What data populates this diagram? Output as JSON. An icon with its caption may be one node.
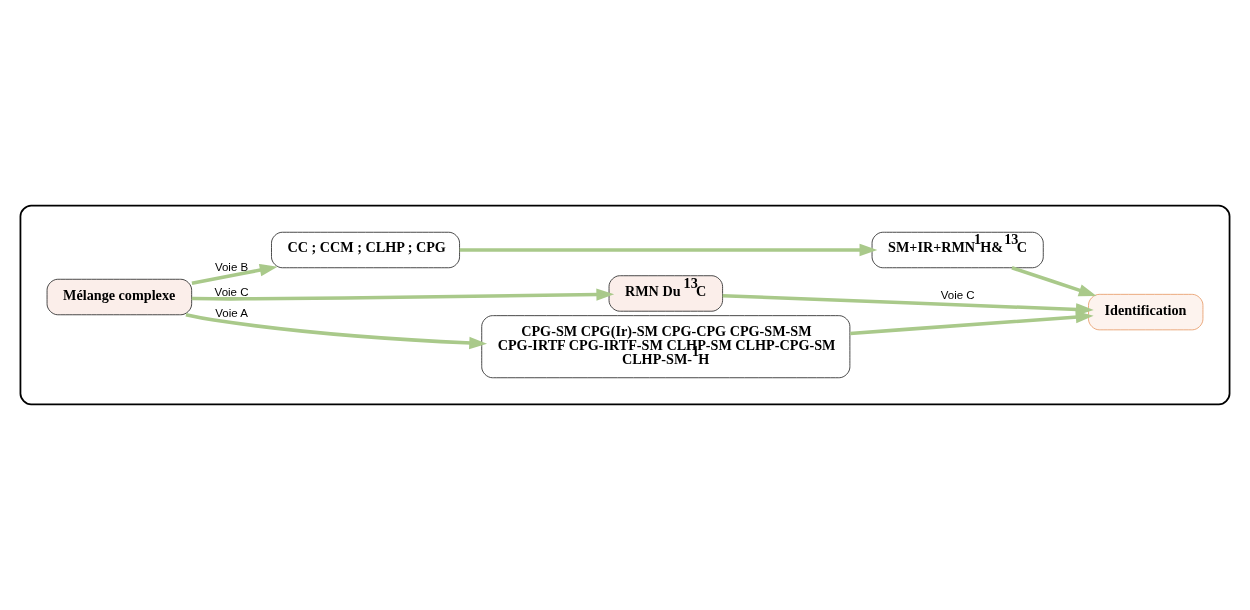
{
  "diagram": {
    "nodes": [
      {
        "text": [],
        "shape": "box"
      },
      {
        "text": [
          "Mélange complexe"
        ],
        "in": 0
      },
      {
        "text": [
          "CPG-SM CPG(Ir)-SM CPG-CPG CPG-SM-SM CPG-IRTF CPG-IRTF-SM CLHP-SM CLHP-CPG-SM CLHP-SM-$^{1}$H"
        ],
        "in": 0
      },
      {
        "text": [
          "RMN Du $^{13}$C"
        ],
        "in": 0
      },
      {
        "text": [
          "Identification"
        ],
        "in": 0
      },
      {
        "text": [
          "CC ; CCM ; CLHP ; CPG"
        ],
        "in": 0
      },
      {
        "text": [
          "SM+IR+RMN$^{1}$H&$^{13}$C"
        ],
        "in": 0
      }
    ],
    "edges": [
      {
        "from": 1,
        "to": 2,
        "arrow": "to",
        "label": "Voie A"
      },
      {
        "from": 1,
        "to": 3,
        "arrow": "to",
        "label": "Voie C"
      },
      {
        "from": 3,
        "to": 4,
        "arrow": "to",
        "label": "Voie C"
      },
      {
        "from": 2,
        "to": 4,
        "arrow": "to"
      },
      {
        "from": 1,
        "to": 5,
        "arrow": "to",
        "label": "Voie B"
      },
      {
        "from": 5,
        "to": 6,
        "arrow": "to"
      },
      {
        "from": 6,
        "to": 4,
        "arrow": "to"
      }
    ]
  }
}
